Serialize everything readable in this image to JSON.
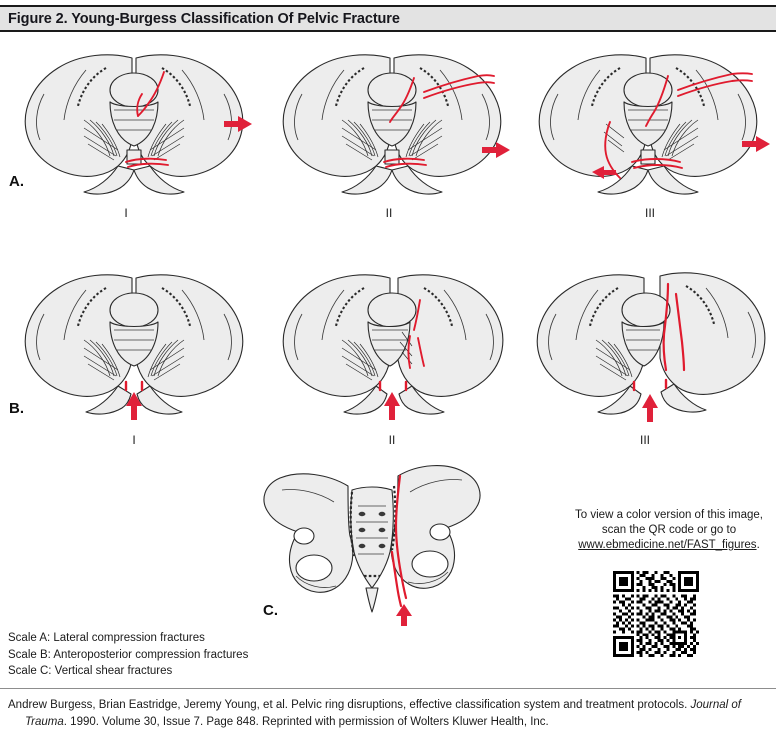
{
  "header": {
    "title": "Figure 2. Young-Burgess Classification Of Pelvic Fracture"
  },
  "rows": [
    {
      "label": "A.",
      "numerals": [
        "I",
        "II",
        "III"
      ],
      "description": "Lateral compression fractures"
    },
    {
      "label": "B.",
      "numerals": [
        "I",
        "II",
        "III"
      ],
      "description": "Anteroposterior compression fractures"
    },
    {
      "label": "C.",
      "numerals": [],
      "description": "Vertical shear fractures"
    }
  ],
  "qr": {
    "line1": "To view a color version of this image,",
    "line2": "scan the QR code or go to",
    "link": "www.ebmedicine.net/FAST_figures",
    "link_suffix": "."
  },
  "scale_legend": [
    "Scale A: Lateral compression fractures",
    "Scale B: Anteroposterior compression fractures",
    "Scale C: Vertical shear fractures"
  ],
  "citation": {
    "line1_a": "Andrew Burgess, Brian Eastridge, Jeremy Young, et al. Pelvic ring disruptions, effective classification system and treatment protocols. ",
    "line1_italic": "Journal of",
    "line2_italic": "Trauma",
    "line2_b": ". 1990. Volume 30, Issue 7. Page 848. Reprinted with permission of Wolters Kluwer Health, Inc."
  },
  "colors": {
    "header_bg": "#e3e3e3",
    "header_border": "#1a1a1a",
    "fracture_red": "#e01b2e",
    "arrow_red": "#e0213a",
    "bone_fill": "#ededed",
    "bone_stroke": "#2a2a2a",
    "text": "#1b1b1b"
  }
}
